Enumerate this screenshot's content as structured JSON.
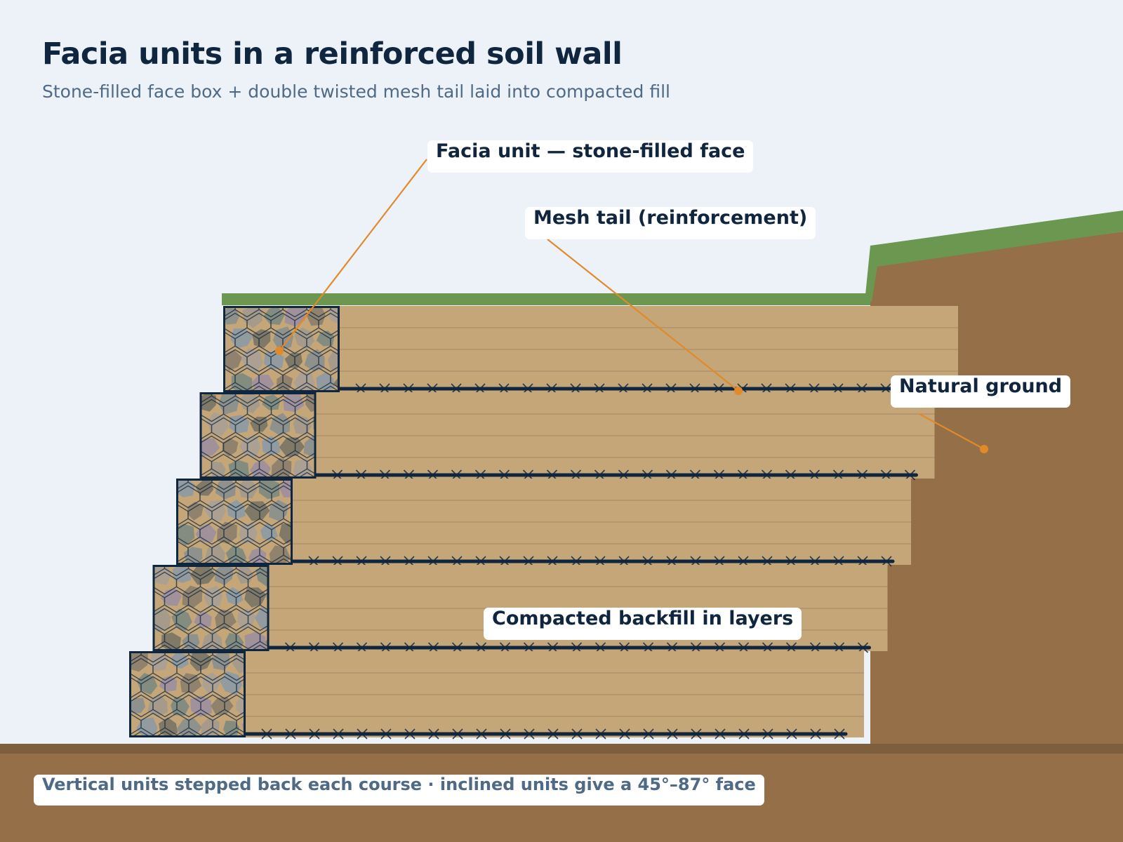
{
  "title": "Facia units in a reinforced soil wall",
  "subtitle": "Stone-filled face box + double twisted mesh tail laid into compacted fill",
  "callouts": {
    "facia_unit": "Facia unit — stone-filled face",
    "mesh_tail": "Mesh tail (reinforcement)",
    "natural_ground": "Natural ground",
    "backfill": "Compacted backfill in layers"
  },
  "footnote": "Vertical units stepped back each course · inclined units give a 45°–87° face",
  "diagram": {
    "course_count": 5,
    "colors": {
      "background": "#edf2f8",
      "natural_ground": "#946f48",
      "ground_line": "#7d5e3d",
      "grass": "#6b9750",
      "backfill": "#c4a678",
      "backfill_layer_line": "#b0916a",
      "mesh_frame": "#10263f",
      "leader": "#e08a2c",
      "stone_fill": "#c4a678"
    },
    "stone_colors": [
      "#8a8f8e",
      "#a39a8c",
      "#7d8a80",
      "#9c8f9e",
      "#8b7f6c",
      "#a8a095",
      "#8d9aa3",
      "#7a7566"
    ]
  }
}
